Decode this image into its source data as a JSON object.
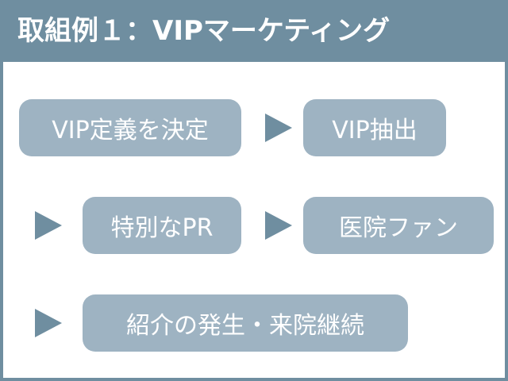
{
  "header": {
    "title": "取組例１：VIPマーケティング"
  },
  "flow": {
    "steps": [
      {
        "label": "VIP定義を決定"
      },
      {
        "label": "VIP抽出"
      },
      {
        "label": "特別なPR"
      },
      {
        "label": "医院ファン"
      },
      {
        "label": "紹介の発生・来院継続"
      }
    ],
    "arrow_icon": "triangle-right-icon"
  },
  "colors": {
    "frame": "#6f8ea0",
    "step_box": "#9eb3c2",
    "arrow": "#6f8ea0",
    "text": "#ffffff"
  }
}
